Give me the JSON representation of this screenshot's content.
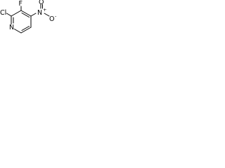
{
  "structure": {
    "atoms": {
      "ring_nitrogen": "N",
      "chlorine": "Cl",
      "fluorine": "F",
      "nitro_nitrogen": "N",
      "nitro_charge_plus": "+",
      "nitro_oxygen_double": "O",
      "nitro_oxygen_single": "O",
      "nitro_charge_minus": "-"
    },
    "colors": {
      "bond": "#000000",
      "label": "#000000",
      "background": "#ffffff"
    }
  }
}
